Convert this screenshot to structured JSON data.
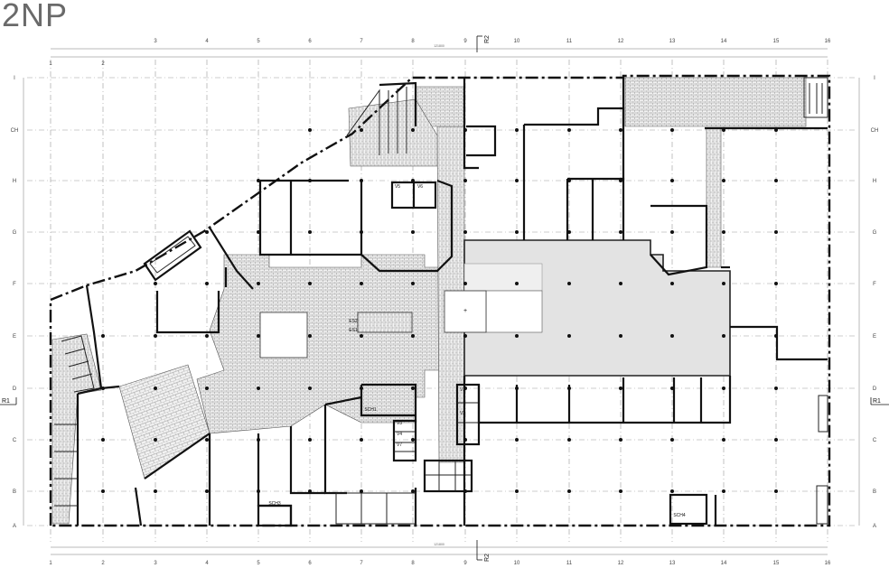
{
  "title": "2NP",
  "column_axes_top": [
    "3",
    "4",
    "5",
    "6",
    "7",
    "8",
    "9",
    "10",
    "11",
    "12",
    "13",
    "14",
    "15",
    "16"
  ],
  "column_axes_top_left": [
    "1",
    "2"
  ],
  "column_axes_bottom": [
    "1",
    "2",
    "3",
    "4",
    "5",
    "6",
    "7",
    "8",
    "9",
    "10",
    "11",
    "12",
    "13",
    "14",
    "15",
    "16"
  ],
  "row_axes": [
    "I",
    "CH",
    "H",
    "G",
    "F",
    "E",
    "D",
    "C",
    "B",
    "A"
  ],
  "section_marks": {
    "vertical": "R2",
    "horizontal": "R1"
  },
  "room_labels": {
    "escalator_2": "ES2",
    "escalator_1": "ES1",
    "lift_v5": "V5",
    "lift_v6": "V6",
    "lift_v1": "V1",
    "lift_v2": "V2",
    "lift_v3": "V3",
    "lift_v4": "V4",
    "lift_v7": "V7",
    "stair_sch1": "SCH1",
    "stair_sch3": "SCH3",
    "stair_sch4": "SCH4"
  }
}
